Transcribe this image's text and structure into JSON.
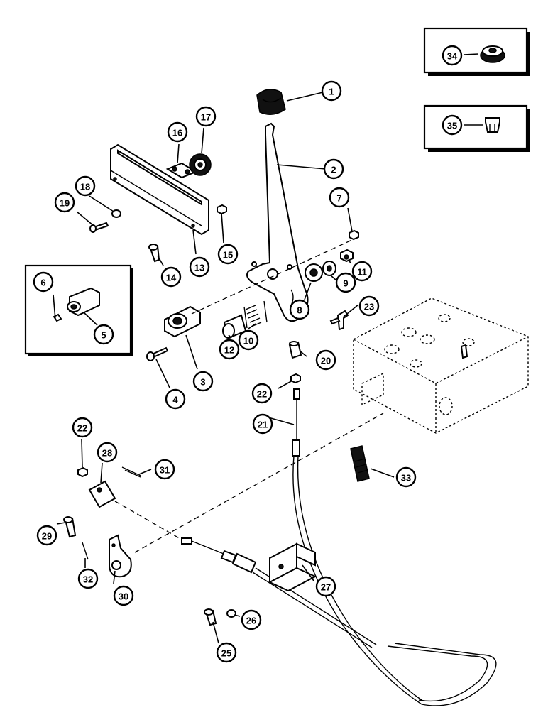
{
  "callouts": [
    {
      "label": "1"
    },
    {
      "label": "2"
    },
    {
      "label": "3"
    },
    {
      "label": "4"
    },
    {
      "label": "5"
    },
    {
      "label": "6"
    },
    {
      "label": "7"
    },
    {
      "label": "8"
    },
    {
      "label": "9"
    },
    {
      "label": "10"
    },
    {
      "label": "11"
    },
    {
      "label": "12"
    },
    {
      "label": "13"
    },
    {
      "label": "14"
    },
    {
      "label": "15"
    },
    {
      "label": "16"
    },
    {
      "label": "17"
    },
    {
      "label": "18"
    },
    {
      "label": "19"
    },
    {
      "label": "20"
    },
    {
      "label": "21"
    },
    {
      "label": "22"
    },
    {
      "label": "22"
    },
    {
      "label": "23"
    },
    {
      "label": "25"
    },
    {
      "label": "26"
    },
    {
      "label": "27"
    },
    {
      "label": "28"
    },
    {
      "label": "29"
    },
    {
      "label": "30"
    },
    {
      "label": "31"
    },
    {
      "label": "32"
    },
    {
      "label": "33"
    },
    {
      "label": "34"
    },
    {
      "label": "35"
    }
  ]
}
